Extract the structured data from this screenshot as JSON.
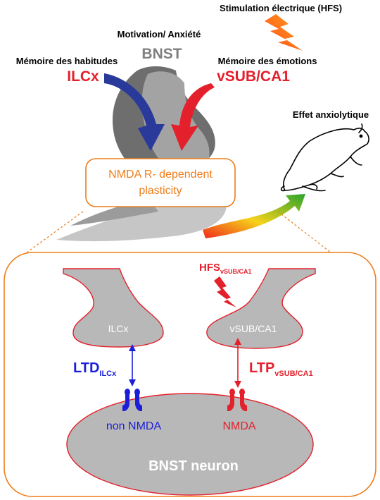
{
  "top": {
    "stimulation_label": "Stimulation électrique (HFS)",
    "motivation_label": "Motivation/ Anxiété",
    "bnst_label": "BNST",
    "habits_label": "Mémoire des habitudes",
    "ilcx_label": "ILCx",
    "emotions_label": "Mémoire des émotions",
    "vsub_label": "vSUB/CA1",
    "anxiolytic_label": "Effet anxiolytique",
    "plasticity_line1": "NMDA R- dependent",
    "plasticity_line2": "plasticity"
  },
  "bottom": {
    "hfs_main": "HFS",
    "hfs_sub": "vSUB/CA1",
    "left_terminal_label": "ILCx",
    "right_terminal_label": "vSUB/CA1",
    "ltd_main": "LTD",
    "ltd_sub": "ILCx",
    "ltp_main": "LTP",
    "ltp_sub": "vSUB/CA1",
    "non_nmda_label": "non NMDA",
    "nmda_label": "NMDA",
    "neuron_label": "BNST neuron"
  },
  "colors": {
    "red": "#e3202b",
    "blue": "#1b1fd8",
    "navy": "#2a3a9a",
    "orange": "#ef7d1a",
    "gray_dark": "#6e6e6e",
    "gray_mid": "#a3a3a3",
    "gray_light": "#c6c6c6",
    "bnst_text": "#7f7f7f"
  },
  "icons": [
    "lightning-icon",
    "lightning-icon",
    "rat-icon",
    "receptor-icon"
  ]
}
